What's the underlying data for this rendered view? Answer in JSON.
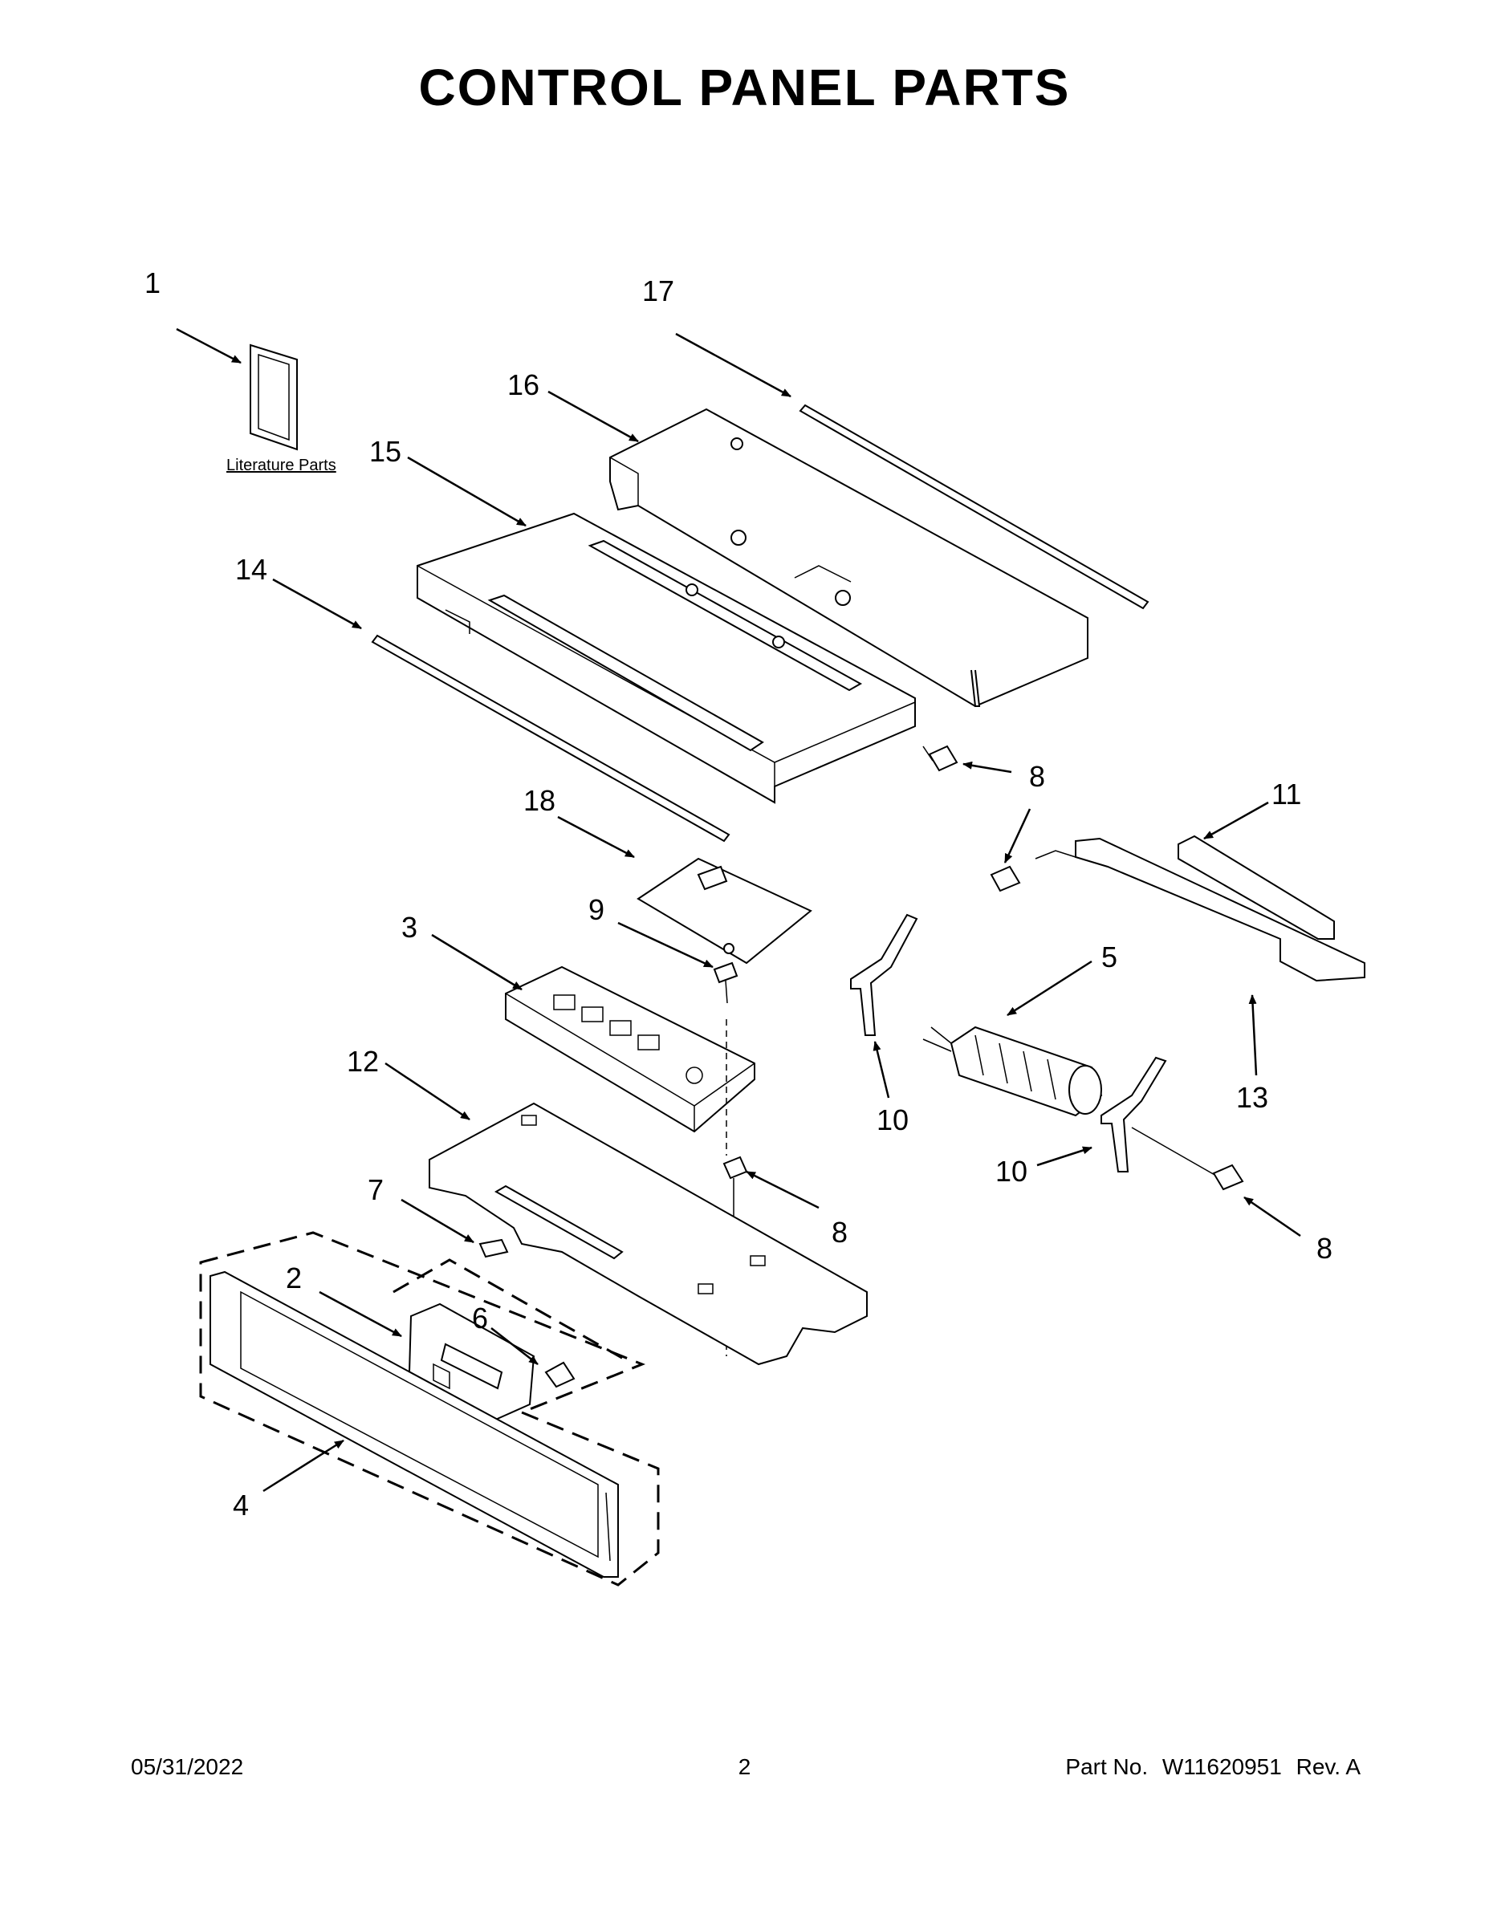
{
  "header": {
    "title": "CONTROL PANEL PARTS"
  },
  "literature_label": "Literature Parts",
  "callouts": [
    {
      "id": "1",
      "label": "1"
    },
    {
      "id": "17",
      "label": "17"
    },
    {
      "id": "16",
      "label": "16"
    },
    {
      "id": "15",
      "label": "15"
    },
    {
      "id": "14",
      "label": "14"
    },
    {
      "id": "8a",
      "label": "8"
    },
    {
      "id": "11",
      "label": "11"
    },
    {
      "id": "18",
      "label": "18"
    },
    {
      "id": "8b",
      "label": "8"
    },
    {
      "id": "9",
      "label": "9"
    },
    {
      "id": "3",
      "label": "3"
    },
    {
      "id": "5",
      "label": "5"
    },
    {
      "id": "12",
      "label": "12"
    },
    {
      "id": "10a",
      "label": "10"
    },
    {
      "id": "13",
      "label": "13"
    },
    {
      "id": "10b",
      "label": "10"
    },
    {
      "id": "7",
      "label": "7"
    },
    {
      "id": "8c",
      "label": "8"
    },
    {
      "id": "8d",
      "label": "8"
    },
    {
      "id": "2",
      "label": "2"
    },
    {
      "id": "6",
      "label": "6"
    },
    {
      "id": "4",
      "label": "4"
    }
  ],
  "footer": {
    "date": "05/31/2022",
    "page": "2",
    "part_label": "Part No.",
    "part_number": "W11620951",
    "revision": "Rev. A"
  }
}
